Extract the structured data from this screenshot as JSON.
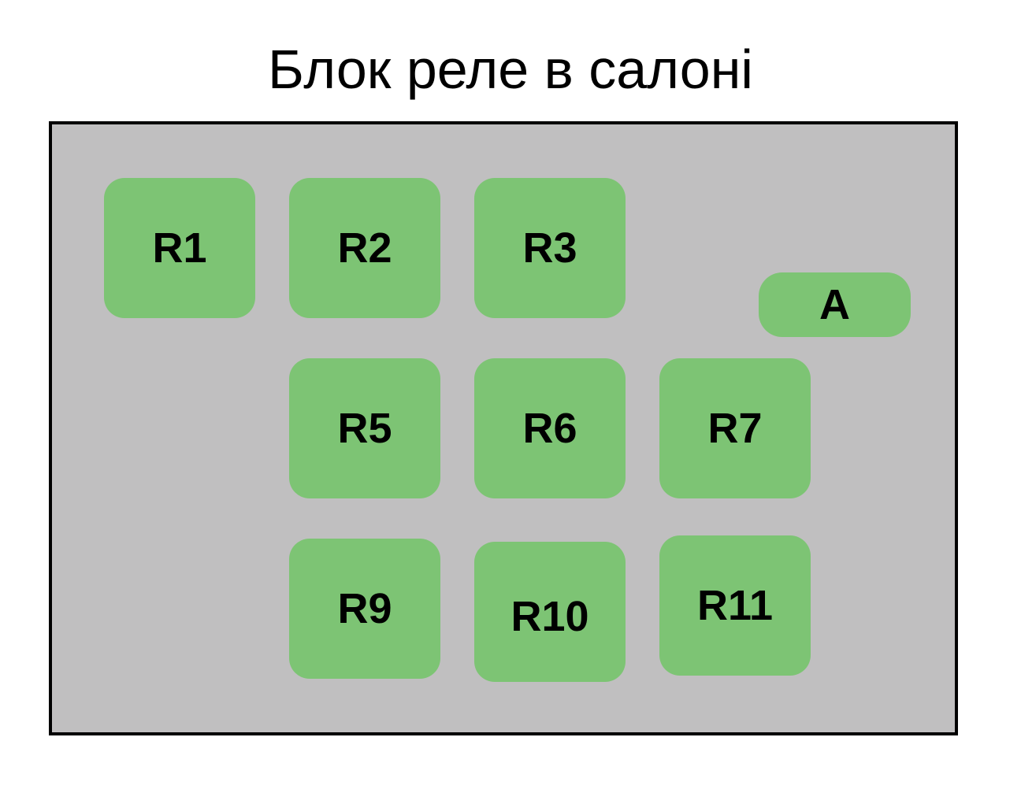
{
  "title": "Блок реле в салоні",
  "colors": {
    "panel": "#c0bfc0",
    "relay": "#7dc474",
    "border": "#000000"
  },
  "relays": [
    {
      "label": "R1"
    },
    {
      "label": "R2"
    },
    {
      "label": "R3"
    },
    {
      "label": "A"
    },
    {
      "label": "R5"
    },
    {
      "label": "R6"
    },
    {
      "label": "R7"
    },
    {
      "label": "R9"
    },
    {
      "label": "R10"
    },
    {
      "label": "R11"
    }
  ]
}
